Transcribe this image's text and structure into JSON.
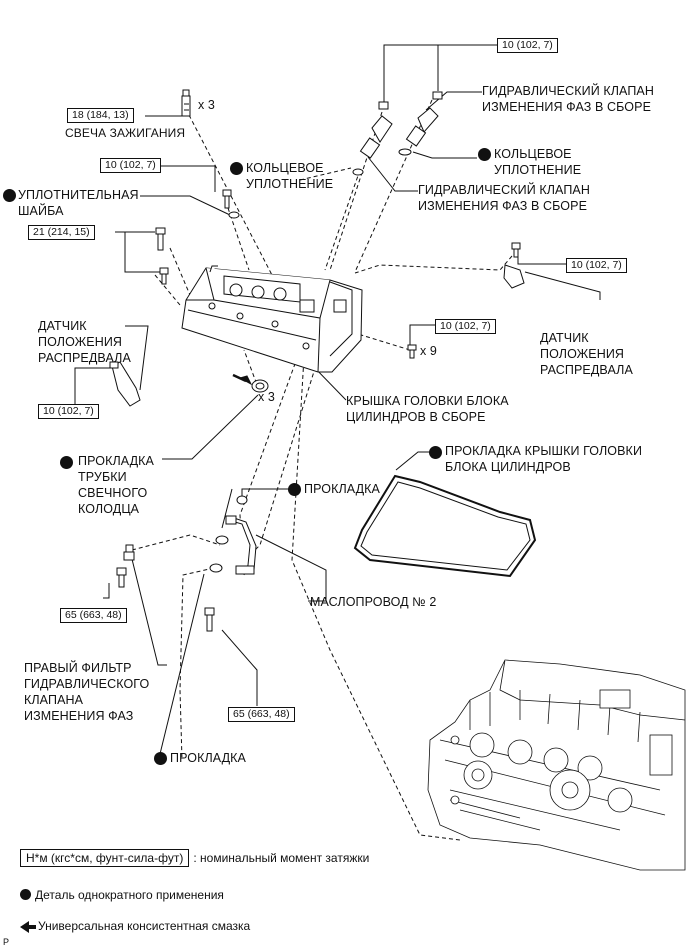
{
  "labels": {
    "spark_plug": "СВЕЧА ЗАЖИГАНИЯ",
    "oil_ring": "КОЛЬЦЕВОЕ\nУПЛОТНЕНИЕ",
    "washer": "УПЛОТНИТЕЛЬНАЯ\nШАЙБА",
    "ocv_assy_1": "ГИДРАВЛИЧЕСКИЙ КЛАПАН\nИЗМЕНЕНИЯ ФАЗ В СБОРЕ",
    "oring_right": "КОЛЬЦЕВОЕ\nУПЛОТНЕНИЕ",
    "ocv_assy_2": "ГИДРАВЛИЧЕСКИЙ КЛАПАН\nИЗМЕНЕНИЯ ФАЗ В СБОРЕ",
    "cam_sensor_left": "ДАТЧИК\nПОЛОЖЕНИЯ\nРАСПРЕДВАЛА",
    "cam_sensor_right": "ДАТЧИК\nПОЛОЖЕНИЯ\nРАСПРЕДВАЛА",
    "head_cover_assy": "КРЫШКА ГОЛОВКИ БЛОКА\nЦИЛИНДРОВ В СБОРЕ",
    "plug_tube_gasket": "ПРОКЛАДКА\nТРУБКИ\nСВЕЧНОГО\nКОЛОДЦА",
    "head_cover_gasket": "ПРОКЛАДКА КРЫШКИ ГОЛОВКИ\nБЛОКА ЦИЛИНДРОВ",
    "gasket_top": "ПРОКЛАДКА",
    "oil_pipe": "МАСЛОПРОВОД № 2",
    "ocv_filter": "ПРАВЫЙ ФИЛЬТР\nГИДРАВЛИЧЕСКОГО\nКЛАПАНА\nИЗМЕНЕНИЯ ФАЗ",
    "gasket_bottom": "ПРОКЛАДКА"
  },
  "torques": {
    "ocv_bolts": "10 (102, 7)",
    "spark_plug": "18 (184, 13)",
    "cover_bolt_small": "10 (102, 7)",
    "cover_bolts": "21 (214, 15)",
    "sensor_right": "10 (102, 7)",
    "cover_nuts": "10 (102, 7)",
    "sensor_left": "10 (102, 7)",
    "filter_bolt": "65 (663, 48)",
    "pipe_bolt": "65 (663, 48)"
  },
  "quantities": {
    "spark_plug": "x 3",
    "cover_nuts": "x 9",
    "plug_tube_gasket": "x 3"
  },
  "legend": {
    "torque_unit": "Н*м (кгс*см, фунт-сила-фут)",
    "torque_desc": ": номинальный момент затяжки",
    "single_use": "Деталь однократного применения",
    "grease": "Универсальная консистентная смазка"
  },
  "corner_code": "P",
  "colors": {
    "line": "#111111",
    "marker": "#111111",
    "background": "#ffffff"
  },
  "icons": {
    "single_use_marker": "filled-circle-icon",
    "grease_marker": "arrow-left-icon"
  }
}
